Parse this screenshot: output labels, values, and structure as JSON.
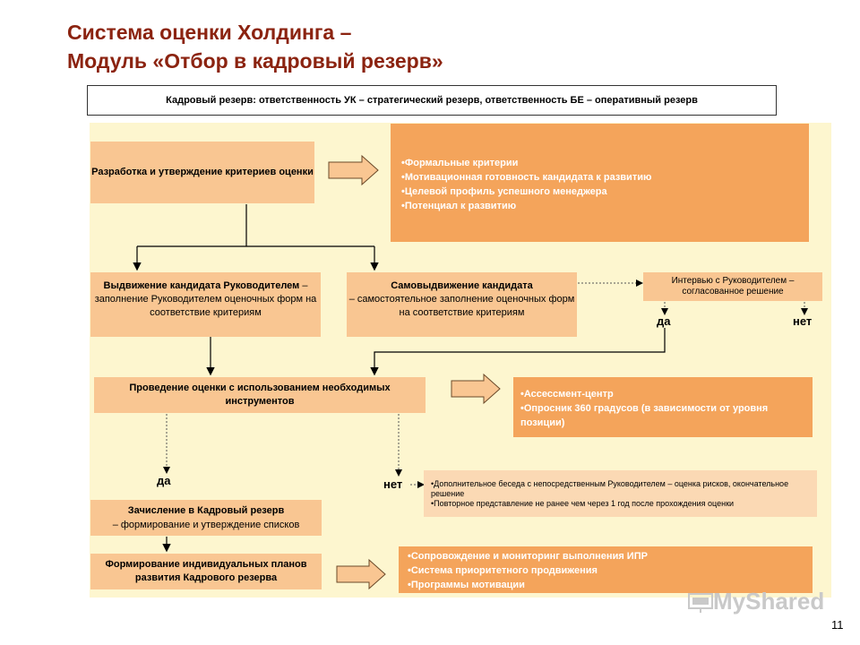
{
  "title": {
    "line1": "Система оценки Холдинга –",
    "line2": "Модуль «Отбор в кадровый резерв»"
  },
  "banner": "Кадровый резерв: ответственность УК – стратегический резерв, ответственность БЕ – оперативный резерв",
  "boxes": {
    "criteria": "Разработка и утверждение критериев оценки",
    "criteria_list": [
      "•Формальные критерии",
      "•Мотивационная готовность кандидата к развитию",
      "•Целевой профиль успешного менеджера",
      "•Потенциал к развитию"
    ],
    "nomination_title": "Выдвижение кандидата Руководителем",
    "nomination_text": " – заполнение Руководителем оценочных форм на соответствие критериям",
    "self_title": "Самовыдвижение кандидата",
    "self_text": " – самостоятельное заполнение оценочных форм на соответствие критериям",
    "interview": "Интервью с Руководителем – согласованное решение",
    "assessment": "Проведение оценки с использованием необходимых инструментов",
    "tools_list": [
      "•Ассессмент-центр",
      "•Опросник 360 градусов (в зависимости от уровня позиции)"
    ],
    "enroll_title": "Зачисление в Кадровый резерв",
    "enroll_text": " – формирование и утверждение списков",
    "extra_list": [
      "•Дополнительное беседа с непосредственным Руководителем – оценка рисков, окончательное решение",
      "•Повторное представление не ранее чем через 1 год после прохождения оценки"
    ],
    "plans": "Формирование индивидуальных планов развития Кадрового резерва",
    "support_list": [
      "•Сопровождение и мониторинг выполнения ИПР",
      "•Система приоритетного продвижения",
      "•Программы мотивации"
    ]
  },
  "labels": {
    "yes_top": "да",
    "no_top": "нет",
    "yes_left": "да",
    "no_mid": "нет"
  },
  "watermark": "MyShared",
  "page_number": "11",
  "colors": {
    "title": "#8b2310",
    "panel": "#fdf6cf",
    "light_box": "#f9c692",
    "dark_box": "#f4a45b",
    "pale_box": "#fbd9b4"
  }
}
